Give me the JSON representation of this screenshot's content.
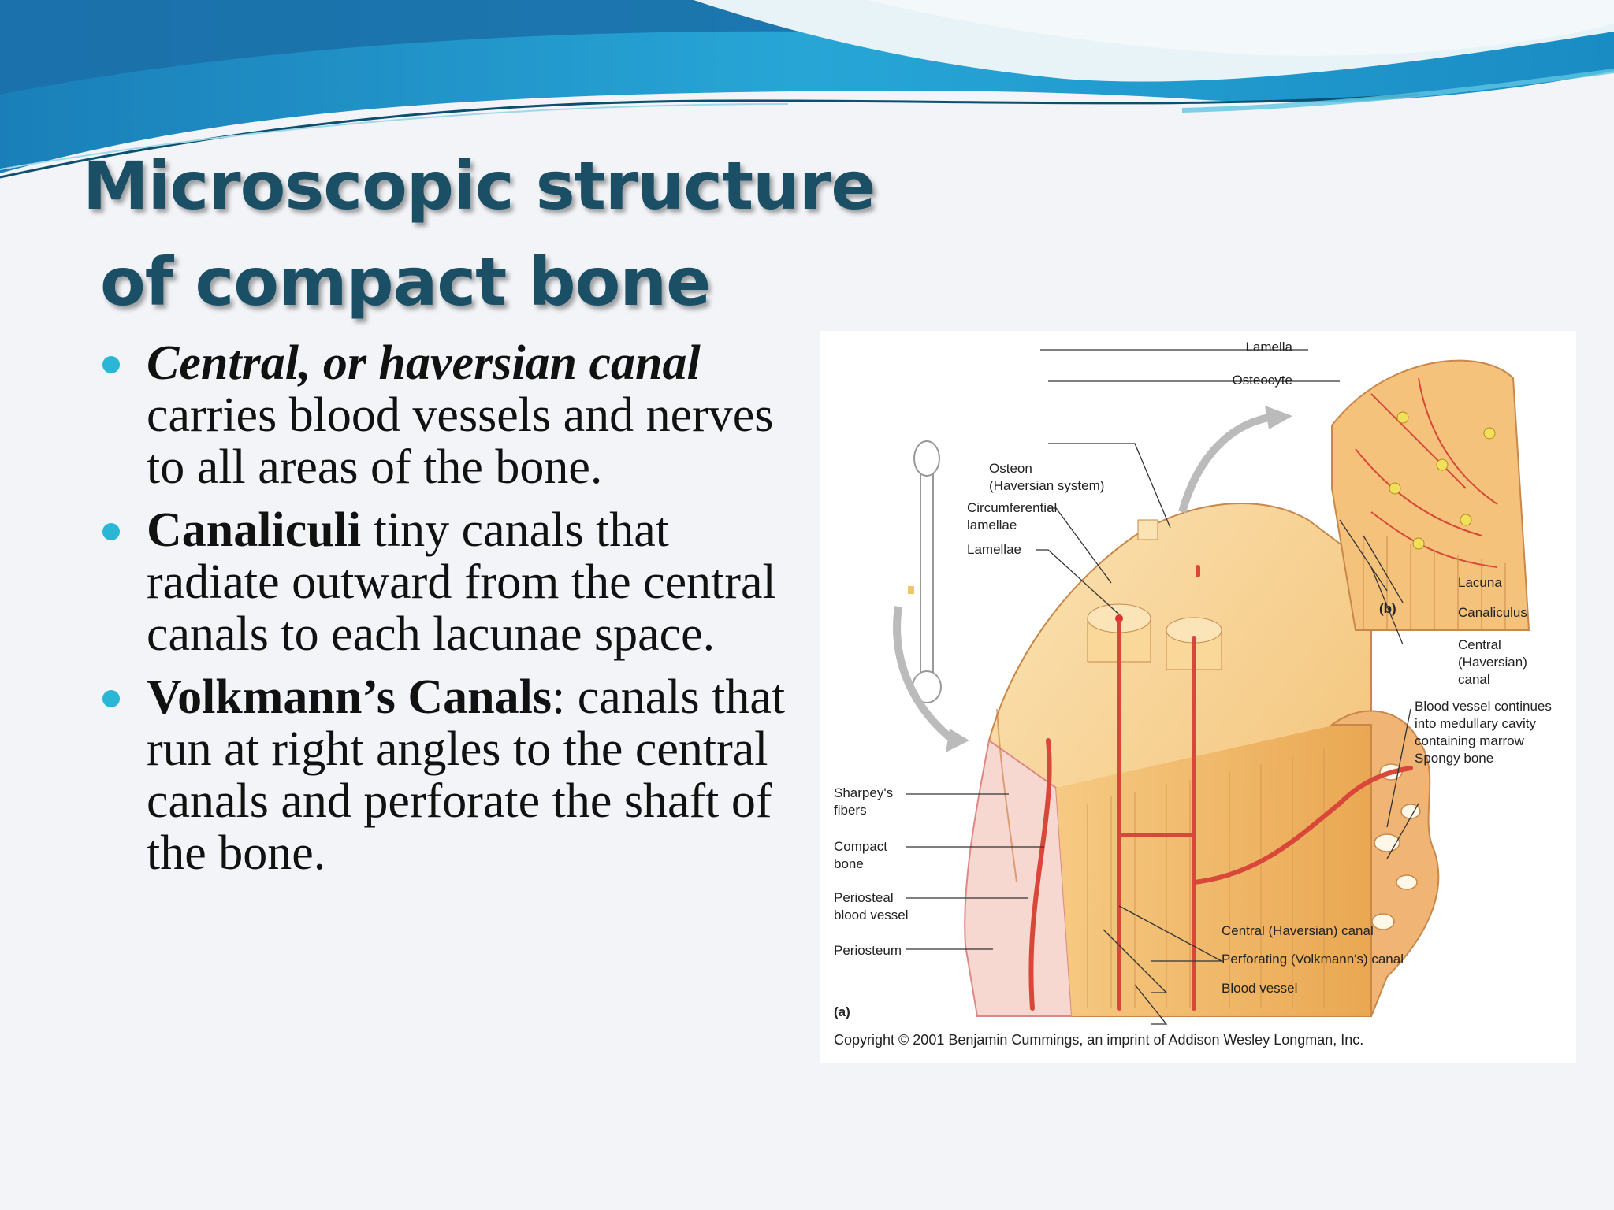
{
  "slide": {
    "title_line1": "Microscopic structure",
    "title_line2": "of compact bone",
    "accent_color": "#2ab7d6",
    "title_color": "#1a4f66"
  },
  "bullets": [
    {
      "bold": "Central, or haversian canal",
      "text": " carries blood vessels and nerves to all areas of the bone."
    },
    {
      "bold": "Canaliculi",
      "text": " tiny canals that radiate outward from the central canals to each lacunae space."
    },
    {
      "bold": "Volkmann’s Canals",
      "text": ": canals that run at right angles to the central canals and perforate the shaft of the bone."
    }
  ],
  "diagram": {
    "labels": {
      "lamella": "Lamella",
      "osteocyte": "Osteocyte",
      "osteon_1": "Osteon",
      "osteon_2": "(Haversian system)",
      "circ_1": "Circumferential",
      "circ_2": "lamellae",
      "lamellae": "Lamellae",
      "lacuna": "Lacuna",
      "canaliculus": "Canaliculus",
      "central_1": "Central",
      "central_2": "(Haversian)",
      "central_3": "canal",
      "panel_b": "(b)",
      "bv_1": "Blood vessel continues",
      "bv_2": "into medullary cavity",
      "bv_3": "containing marrow",
      "spongy": "Spongy bone",
      "sharpeys_1": "Sharpey's",
      "sharpeys_2": "fibers",
      "compact_1": "Compact",
      "compact_2": "bone",
      "periosteal_1": "Periosteal",
      "periosteal_2": "blood vessel",
      "periosteum": "Periosteum",
      "central_canal": "Central (Haversian) canal",
      "perforating": "Perforating (Volkmann's) canal",
      "blood_vessel": "Blood vessel",
      "panel_a": "(a)"
    },
    "copyright": "Copyright © 2001 Benjamin Cummings, an imprint of Addison Wesley Longman, Inc."
  }
}
